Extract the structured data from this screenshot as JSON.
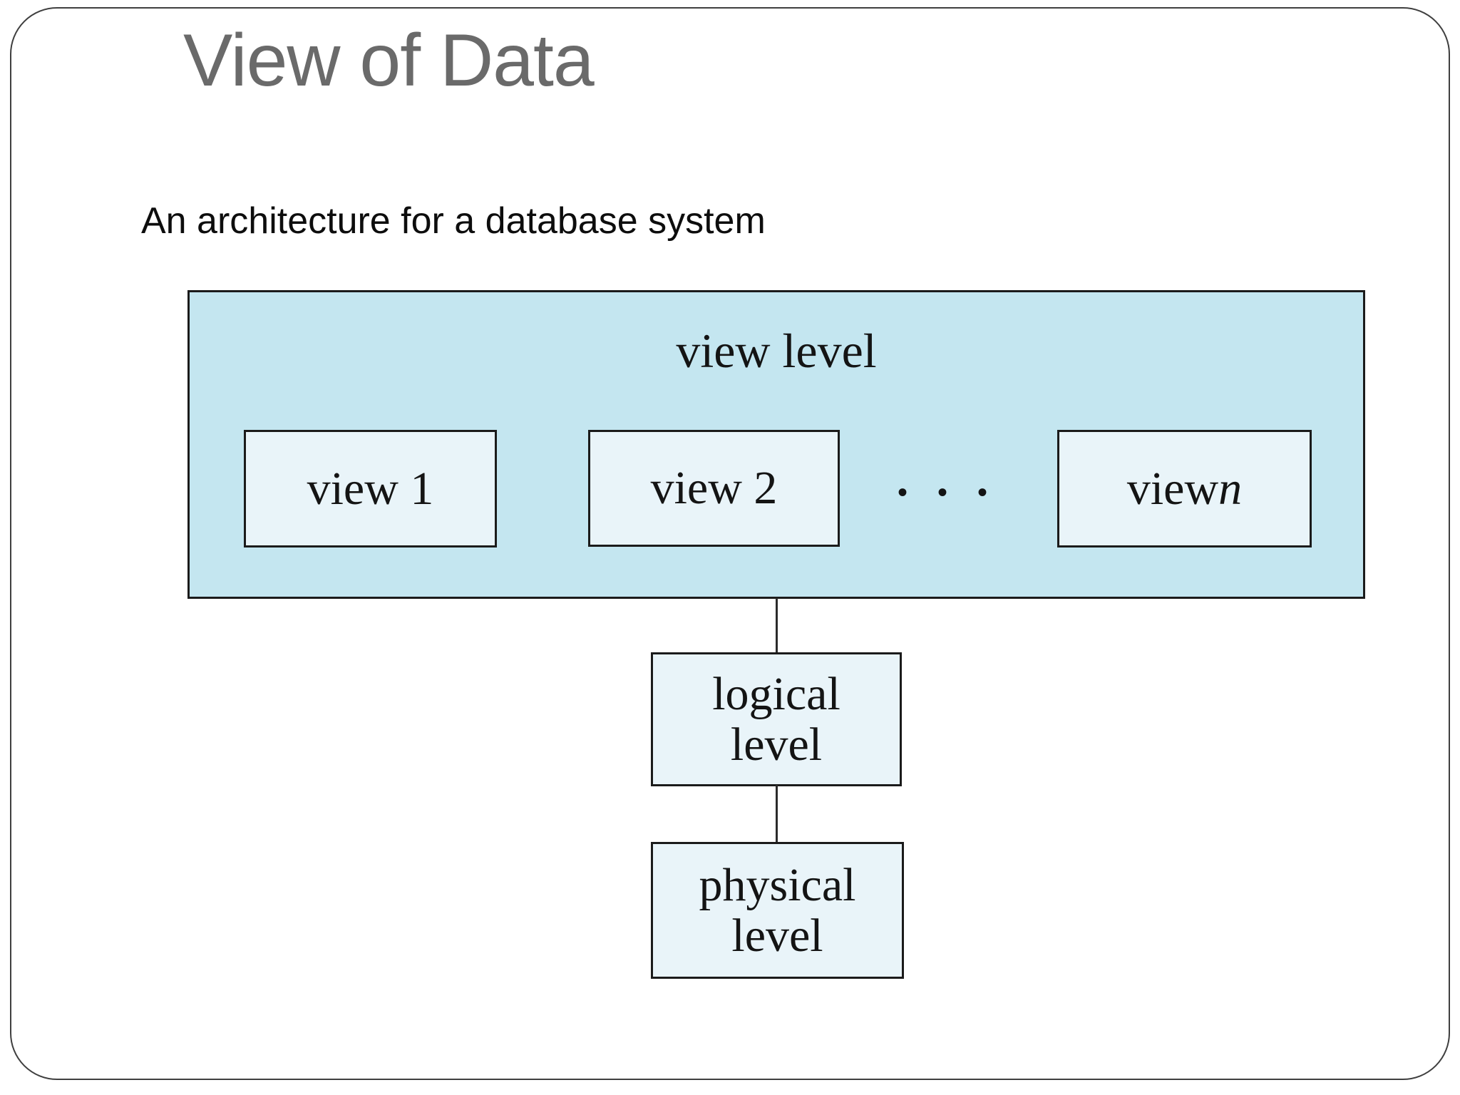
{
  "slide": {
    "title": "View of Data",
    "subtitle": "An architecture for a database system"
  },
  "diagram": {
    "view_level": {
      "label": "view level",
      "boxes": [
        {
          "plain": "view 1",
          "italic": ""
        },
        {
          "plain": "view 2",
          "italic": ""
        },
        {
          "plain": "view ",
          "italic": "n"
        }
      ],
      "ellipsis": "• • •"
    },
    "logical_level": {
      "line1": "logical",
      "line2": "level"
    },
    "physical_level": {
      "line1": "physical",
      "line2": "level"
    }
  },
  "colors": {
    "view_level_fill": "#c4e6f0",
    "inner_box_fill": "#e9f4f9",
    "box_border": "#1b1b1b",
    "connector_line": "#2b2b2b",
    "title_color": "#6a6a6a",
    "diagram_text": "#141414",
    "slide_frame_border": "#3f3f3f",
    "background": "#ffffff"
  }
}
